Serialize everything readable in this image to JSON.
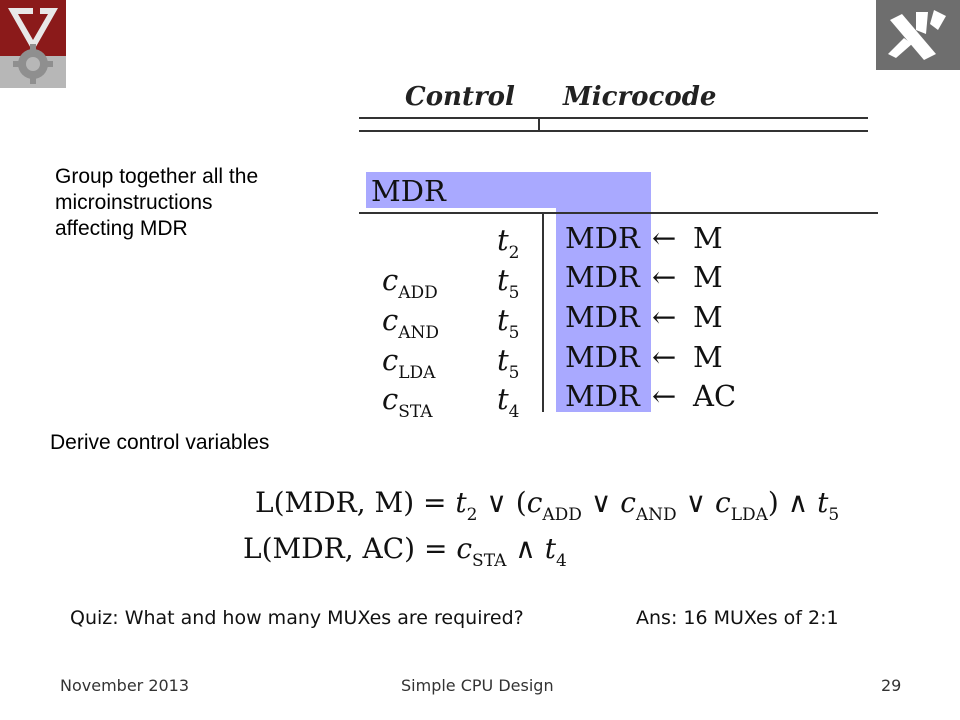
{
  "table": {
    "header_control": "Control",
    "header_microcode": "Microcode",
    "group_label": "MDR",
    "rows": [
      {
        "c_base": "",
        "c_sub": "",
        "t_base": "t",
        "t_sub": "2",
        "dest": "MDR",
        "arrow": "←",
        "src": "M"
      },
      {
        "c_base": "c",
        "c_sub": "ADD",
        "t_base": "t",
        "t_sub": "5",
        "dest": "MDR",
        "arrow": "←",
        "src": "M"
      },
      {
        "c_base": "c",
        "c_sub": "AND",
        "t_base": "t",
        "t_sub": "5",
        "dest": "MDR",
        "arrow": "←",
        "src": "M"
      },
      {
        "c_base": "c",
        "c_sub": "LDA",
        "t_base": "t",
        "t_sub": "5",
        "dest": "MDR",
        "arrow": "←",
        "src": "M"
      },
      {
        "c_base": "c",
        "c_sub": "STA",
        "t_base": "t",
        "t_sub": "4",
        "dest": "MDR",
        "arrow": "←",
        "src": "AC"
      }
    ]
  },
  "text": {
    "group_line1": "Group together all the",
    "group_line2": "microinstructions",
    "group_line3": "affecting MDR",
    "derive": "Derive control variables"
  },
  "formula1": {
    "lhs": "L(MDR, M) = ",
    "t": "t",
    "t_sub": "2",
    "or": " ∨ (",
    "c1": "c",
    "c1_sub": "ADD",
    "or2": " ∨ ",
    "c2": "c",
    "c2_sub": "AND",
    "or3": " ∨ ",
    "c3": "c",
    "c3_sub": "LDA",
    "close": ") ∧ ",
    "t5": "t",
    "t5_sub": "5"
  },
  "formula2": {
    "lhs": "L(MDR, AC) = ",
    "c": "c",
    "c_sub": "STA",
    "and": " ∧ ",
    "t": "t",
    "t_sub": "4"
  },
  "quiz": {
    "question": "Quiz: What and how many MUXes are required?",
    "answer": "Ans: 16 MUXes of 2:1"
  },
  "footer": {
    "date": "November 2013",
    "title": "Simple CPU Design",
    "page": "29"
  },
  "colors": {
    "highlight": "#a9a9ff",
    "logo_left": "#8b1a1a",
    "logo_right": "#6e6e6e"
  },
  "icons": {
    "left_logo": "technion-logo",
    "right_logo": "faculty-logo"
  }
}
